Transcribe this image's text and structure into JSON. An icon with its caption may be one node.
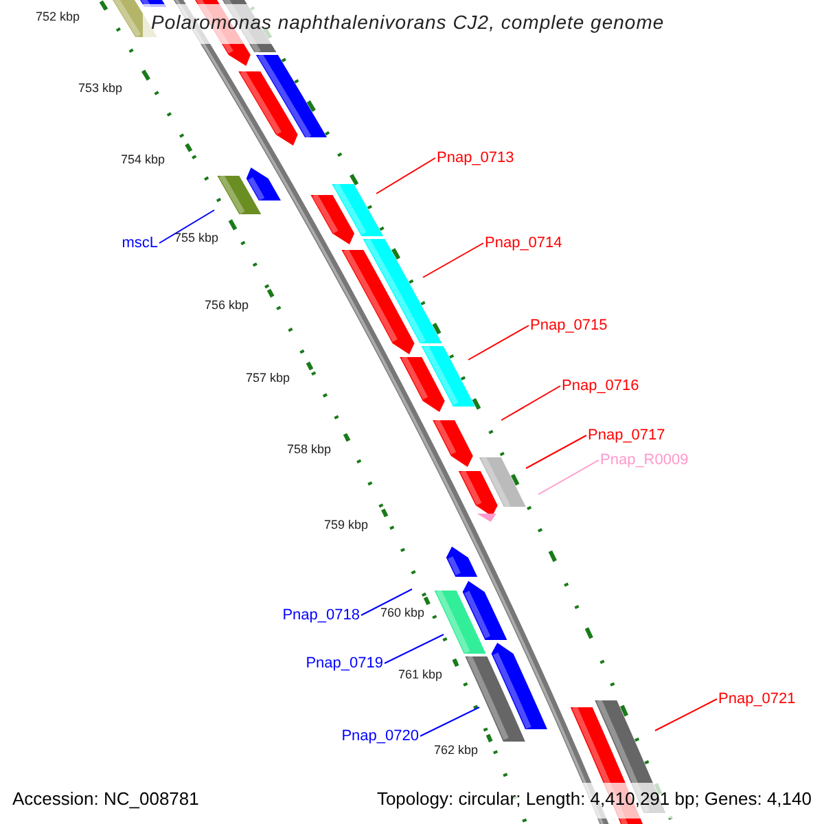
{
  "diagram": {
    "title": "Polaromonas naphthalenivorans CJ2, complete genome",
    "nodes": [
      {
        "text": [
          "Pnap_0713"
        ]
      },
      {
        "text": [
          "Pnap_0714"
        ]
      },
      {
        "text": [
          "Pnap_0715"
        ]
      },
      {
        "text": [
          "Pnap_0716"
        ]
      },
      {
        "text": [
          "Pnap_0717"
        ]
      },
      {
        "text": [
          "Pnap_R0009"
        ]
      },
      {
        "text": [
          "mscL"
        ]
      },
      {
        "text": [
          "Pnap_0718"
        ]
      },
      {
        "text": [
          "Pnap_0719"
        ]
      },
      {
        "text": [
          "Pnap_0720"
        ]
      },
      {
        "text": [
          "Pnap_0721"
        ]
      }
    ],
    "edges": [
      {
        "from": 0,
        "to": null,
        "arrow": "none"
      },
      {
        "from": 1,
        "to": null,
        "arrow": "none"
      },
      {
        "from": 2,
        "to": null,
        "arrow": "none"
      },
      {
        "from": 3,
        "to": null,
        "arrow": "none"
      },
      {
        "from": 4,
        "to": null,
        "arrow": "none"
      },
      {
        "from": 5,
        "to": null,
        "arrow": "none",
        "color": "#ff99cc"
      },
      {
        "from": 6,
        "to": null,
        "arrow": "none",
        "color": "#0000ff"
      },
      {
        "from": 7,
        "to": null,
        "arrow": "none",
        "color": "#0000ff"
      },
      {
        "from": 8,
        "to": null,
        "arrow": "none",
        "color": "#0000ff"
      },
      {
        "from": 9,
        "to": null,
        "arrow": "none",
        "color": "#0000ff"
      },
      {
        "from": 10,
        "to": null,
        "arrow": "none"
      }
    ],
    "labels": [
      "752 kbp",
      "753 kbp",
      "754 kbp",
      "755 kbp",
      "756 kbp",
      "757 kbp",
      "758 kbp",
      "759 kbp",
      "760 kbp",
      "761 kbp",
      "762 kbp",
      "Accession: NC_008781",
      "Topology: circular; Length: 4,410,291 bp; Genes: 4,140"
    ]
  }
}
